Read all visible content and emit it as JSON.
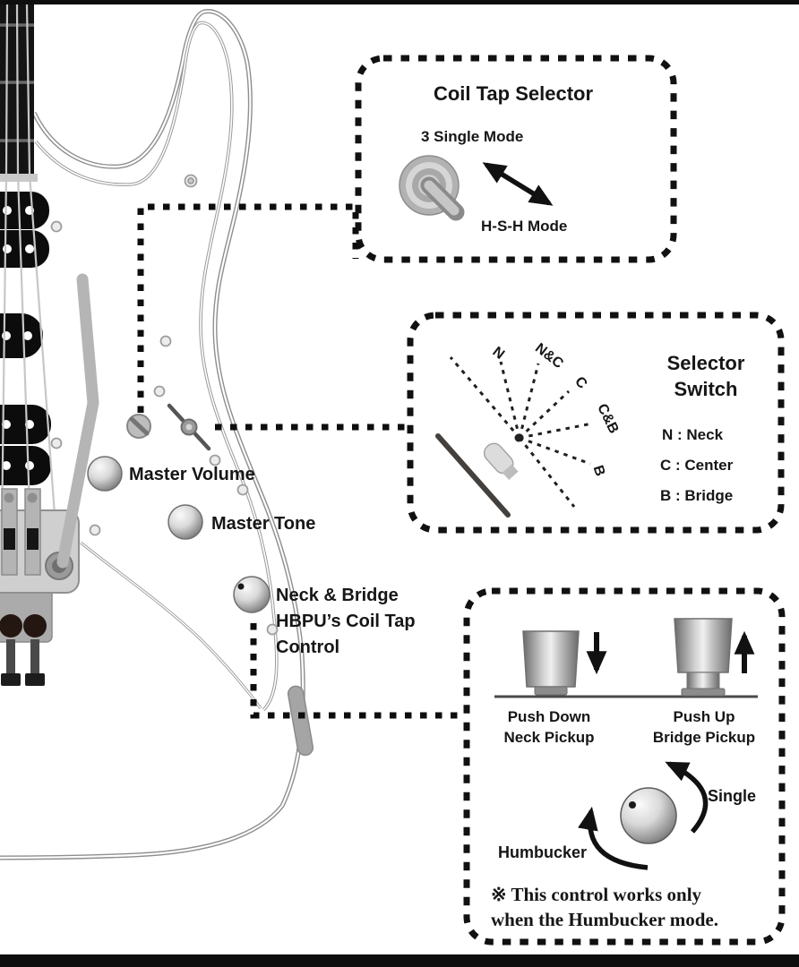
{
  "colors": {
    "ink": "#111111",
    "outline_gray": "#8e8e8e",
    "metal_light": "#d9d9d9",
    "metal_dark": "#6e6e6e",
    "background": "#ffffff"
  },
  "guitar": {
    "labels": {
      "master_volume": "Master Volume",
      "master_tone": "Master Tone",
      "coil_tap_control_line1": "Neck & Bridge",
      "coil_tap_control_line2": "HBPU’s Coil Tap",
      "coil_tap_control_line3": "Control"
    }
  },
  "boxes": {
    "coil_tap_selector": {
      "title": "Coil Tap Selector",
      "top_mode": "3 Single Mode",
      "bottom_mode": "H-S-H Mode"
    },
    "selector_switch": {
      "title_line1": "Selector",
      "title_line2": "Switch",
      "positions": [
        "N",
        "N&C",
        "C",
        "C&B",
        "B"
      ],
      "legend": [
        "N : Neck",
        "C : Center",
        "B : Bridge"
      ]
    },
    "coil_tap_control": {
      "push_down_line1": "Push Down",
      "push_down_line2": "Neck Pickup",
      "push_up_line1": "Push Up",
      "push_up_line2": "Bridge Pickup",
      "single_label": "Single",
      "humbucker_label": "Humbucker",
      "note_line1": "※ This control works only",
      "note_line2": "when the Humbucker mode."
    }
  }
}
